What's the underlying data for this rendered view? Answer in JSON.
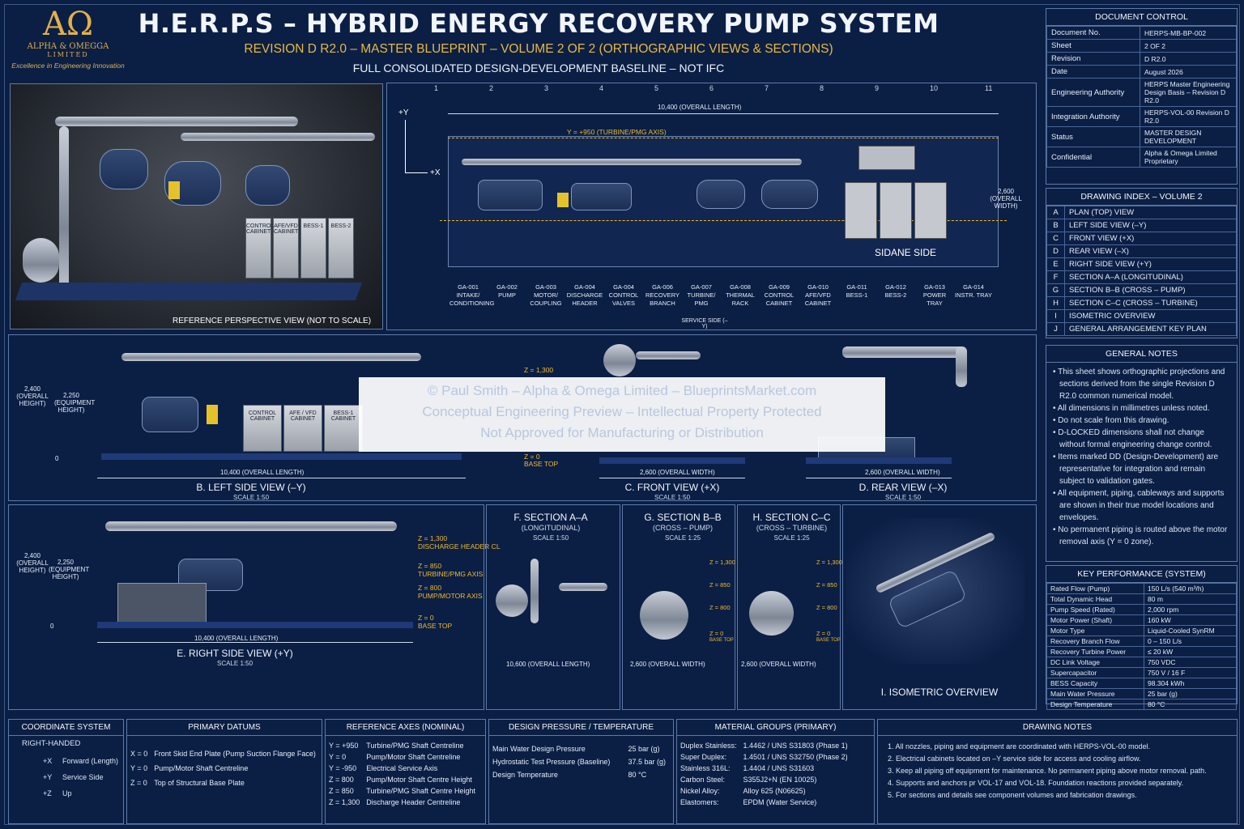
{
  "logo": {
    "symbol": "AΩ",
    "name": "ALPHA & OMEGGA",
    "sub": "LIMITED",
    "tagline": "Excellence in Engineering Innovation"
  },
  "header": {
    "title": "H.E.R.P.S – HYBRID ENERGY RECOVERY PUMP SYSTEM",
    "revision": "REVISION D R2.0 – MASTER BLUEPRINT – VOLUME 2 OF 2 (ORTHOGRAPHIC VIEWS & SECTIONS)",
    "baseline": "FULL CONSOLIDATED DESIGN-DEVELOPMENT BASELINE – NOT IFC"
  },
  "doc_control": {
    "title": "DOCUMENT CONTROL",
    "rows": [
      [
        "Document No.",
        "HERPS-MB-BP-002"
      ],
      [
        "Sheet",
        "2 OF 2"
      ],
      [
        "Revision",
        "D R2.0"
      ],
      [
        "Date",
        "August 2026"
      ],
      [
        "Engineering Authority",
        "HERPS Master Engineering Design Basis – Revision D R2.0"
      ],
      [
        "Integration Authority",
        "HERPS-VOL-00 Revision D R2.0"
      ],
      [
        "Status",
        "MASTER DESIGN DEVELOPMENT"
      ],
      [
        "Confidential",
        "Alpha & Omega Limited Proprietary"
      ]
    ]
  },
  "drawing_index": {
    "title": "DRAWING INDEX – VOLUME 2",
    "rows": [
      [
        "A",
        "PLAN (TOP) VIEW"
      ],
      [
        "B",
        "LEFT SIDE VIEW (–Y)"
      ],
      [
        "C",
        "FRONT VIEW (+X)"
      ],
      [
        "D",
        "REAR VIEW (–X)"
      ],
      [
        "E",
        "RIGHT SIDE VIEW (+Y)"
      ],
      [
        "F",
        "SECTION A–A (LONGITUDINAL)"
      ],
      [
        "G",
        "SECTION B–B (CROSS – PUMP)"
      ],
      [
        "H",
        "SECTION C–C (CROSS – TURBINE)"
      ],
      [
        "I",
        "ISOMETRIC OVERVIEW"
      ],
      [
        "J",
        "GENERAL ARRANGEMENT KEY PLAN"
      ]
    ]
  },
  "general_notes": {
    "title": "GENERAL NOTES",
    "items": [
      "This sheet shows orthographic projections and sections derived from the single Revision D R2.0 common numerical model.",
      "All dimensions in millimetres unless noted.",
      "Do not scale from this drawing.",
      "D-LOCKED dimensions shall not change without formal engineering change control.",
      "Items marked DD (Design-Development) are representative for integration and remain subject to validation gates.",
      "All equipment, piping, cableways and supports are shown in their true model locations and envelopes.",
      "No permanent piping is routed above the motor removal axis (Y = 0 zone)."
    ]
  },
  "key_performance": {
    "title": "KEY PERFORMANCE (SYSTEM)",
    "rows": [
      [
        "Rated Flow (Pump)",
        "150 L/s (540 m³/h)"
      ],
      [
        "Total Dynamic Head",
        "80 m"
      ],
      [
        "Pump Speed (Rated)",
        "2,000 rpm"
      ],
      [
        "Motor Power (Shaft)",
        "160 kW"
      ],
      [
        "Motor Type",
        "Liquid-Cooled SynRM"
      ],
      [
        "Recovery Branch Flow",
        "0 – 150 L/s"
      ],
      [
        "Recovery Turbine Power",
        "≤ 20 kW"
      ],
      [
        "DC Link Voltage",
        "750 VDC"
      ],
      [
        "Supercapacitor",
        "750 V / 16 F"
      ],
      [
        "BESS Capacity",
        "98.304 kWh"
      ],
      [
        "Main Water Pressure",
        "25 bar (g)"
      ],
      [
        "Design Temperature",
        "80 °C"
      ]
    ]
  },
  "plan": {
    "grid": [
      "1",
      "2",
      "3",
      "4",
      "5",
      "6",
      "7",
      "8",
      "9",
      "10",
      "11"
    ],
    "overall_length": "10,400 (OVERALL LENGTH)",
    "overall_width": "2,600 (OVERALL WIDTH)",
    "turbine_axis": "Y = +950 (TURBINE/PMG AXIS)",
    "service_side": "SERVICE SIDE (–Y)",
    "side_label": "SIDANE SIDE",
    "ax_y": "+Y",
    "ax_x": "+X",
    "ga": [
      [
        "GA-001",
        "INTAKE/ CONDITIONING"
      ],
      [
        "GA-002",
        "PUMP"
      ],
      [
        "GA-003",
        "MOTOR/ COUPLING"
      ],
      [
        "GA-004",
        "DISCHARGE HEADER"
      ],
      [
        "GA-004",
        "CONTROL VALVES"
      ],
      [
        "GA-006",
        "RECOVERY BRANCH"
      ],
      [
        "GA-007",
        "TURBINE/ PMG"
      ],
      [
        "GA-008",
        "THERMAL RACK"
      ],
      [
        "GA-009",
        "CONTROL CABINET"
      ],
      [
        "GA-010",
        "AFE/VFD CABINET"
      ],
      [
        "GA-011",
        "BESS-1"
      ],
      [
        "GA-012",
        "BESS-2"
      ],
      [
        "GA-013",
        "POWER TRAY"
      ],
      [
        "GA-014",
        "INSTR. TRAY"
      ]
    ]
  },
  "perspective": {
    "caption": "REFERENCE PERSPECTIVE VIEW (NOT TO SCALE)",
    "cabs": [
      "CONTROL CABINET",
      "AFE/VFD CABINET",
      "BESS-1",
      "BESS-2"
    ]
  },
  "views": {
    "left": {
      "label": "B. LEFT SIDE VIEW (–Y)",
      "scale": "SCALE 1:50",
      "h1": "2,400 (OVERALL HEIGHT)",
      "h2": "2,250 (EQUIPMENT HEIGHT)",
      "zero": "0",
      "length": "10,400 (OVERALL LENGTH)",
      "cabs": [
        "CONTROL CABINET",
        "AFE / VFD CABINET",
        "BESS-1 CABINET"
      ]
    },
    "front": {
      "label": "C. FRONT VIEW (+X)",
      "scale": "SCALE 1:50",
      "width": "2,600 (OVERALL WIDTH)",
      "z1": "Z = 1,300",
      "z0": "Z = 0",
      "base": "BASE TOP"
    },
    "rear": {
      "label": "D. REAR VIEW (–X)",
      "scale": "SCALE 1:50",
      "width": "2,600 (OVERALL WIDTH)"
    },
    "right": {
      "label": "E. RIGHT SIDE VIEW (+Y)",
      "scale": "SCALE 1:50",
      "h1": "2,400 (OVERALL HEIGHT)",
      "h2": "2,250 (EQUIPMENT HEIGHT)",
      "zero": "0",
      "length": "10,400 (OVERALL LENGTH)",
      "zl": [
        [
          "Z = 1,300",
          "DISCHARGE HEADER CL"
        ],
        [
          "Z = 850",
          "TURBINE/PMG AXIS"
        ],
        [
          "Z = 800",
          "PUMP/MOTOR AXIS"
        ],
        [
          "Z = 0",
          "BASE TOP"
        ]
      ]
    },
    "secA": {
      "label": "F. SECTION A–A",
      "sub": "(LONGITUDINAL)",
      "scale": "SCALE 1:50",
      "dim": "10,600 (OVERALL LENGTH)"
    },
    "secB": {
      "label": "G. SECTION B–B",
      "sub": "(CROSS – PUMP)",
      "scale": "SCALE 1:25",
      "dim": "2,600 (OVERALL WIDTH)",
      "z": [
        "Z = 1,300",
        "Z = 850",
        "Z = 800",
        "Z = 0"
      ],
      "base": "BASE TOP"
    },
    "secC": {
      "label": "H. SECTION C–C",
      "sub": "(CROSS – TURBINE)",
      "scale": "SCALE 1:25",
      "dim": "2,600 (OVERALL WIDTH)",
      "z": [
        "Z = 1,300",
        "Z = 850",
        "Z = 800",
        "Z = 0"
      ],
      "base": "BASE TOP"
    },
    "iso": {
      "label": "I. ISOMETRIC OVERVIEW"
    }
  },
  "watermark": {
    "l1": "© Paul Smith – Alpha & Omega Limited – BlueprintsMarket.com",
    "l2": "Conceptual Engineering Preview – Intellectual Property Protected",
    "l3": "Not Approved for Manufacturing or Distribution"
  },
  "coord": {
    "title": "COORDINATE SYSTEM",
    "hand": "RIGHT-HANDED",
    "axes": [
      [
        "+X",
        "Forward (Length)"
      ],
      [
        "+Y",
        "Service Side"
      ],
      [
        "+Z",
        "Up"
      ]
    ]
  },
  "datums": {
    "title": "PRIMARY DATUMS",
    "rows": [
      [
        "X = 0",
        "Front Skid End Plate (Pump Suction Flange Face)"
      ],
      [
        "Y = 0",
        "Pump/Motor Shaft Centreline"
      ],
      [
        "Z = 0",
        "Top of Structural Base Plate"
      ]
    ]
  },
  "ref_axes": {
    "title": "REFERENCE AXES (NOMINAL)",
    "rows": [
      [
        "Y = +950",
        "Turbine/PMG Shaft Centreline"
      ],
      [
        "Y = 0",
        "Pump/Motor Shaft Centreline"
      ],
      [
        "Y = -950",
        "Electrical Service Axis"
      ],
      [
        "Z = 800",
        "Pump/Motor Shaft Centre Height"
      ],
      [
        "Z = 850",
        "Turbine/PMG Shaft Centre Height"
      ],
      [
        "Z = 1,300",
        "Discharge Header Centreline"
      ]
    ]
  },
  "design_pt": {
    "title": "DESIGN PRESSURE / TEMPERATURE",
    "rows": [
      [
        "Main Water Design Pressure",
        "25 bar (g)"
      ],
      [
        "Hydrostatic Test Pressure (Baseline)",
        "37.5 bar (g)"
      ],
      [
        "Design Temperature",
        "80 °C"
      ]
    ]
  },
  "materials": {
    "title": "MATERIAL GROUPS (PRIMARY)",
    "rows": [
      [
        "Duplex Stainless:",
        "1.4462 / UNS S31803 (Phase 1)"
      ],
      [
        "Super Duplex:",
        "1.4501 / UNS S32750 (Phase 2)"
      ],
      [
        "Stainless 316L:",
        "1.4404 / UNS S31603"
      ],
      [
        "Carbon Steel:",
        "S355J2+N (EN 10025)"
      ],
      [
        "Nickel Alloy:",
        "Alloy 625 (N06625)"
      ],
      [
        "Elastomers:",
        "EPDM (Water Service)"
      ]
    ]
  },
  "drawing_notes": {
    "title": "DRAWING NOTES",
    "items": [
      "1.  All nozzles, piping and equipment are coordinated with HERPS-VOL-00 model.",
      "2.  Electrical cabinets located on –Y service side for access and cooling airflow.",
      "3.  Keep all piping off equipment for maintenance. No permanent piping above motor removal. path.",
      "4.  Supports and anchors pr VOL-17 and VOL-18. Foundation reactions provided separately.",
      "5.  For sections and details see component volumes and fabrication drawings."
    ]
  }
}
